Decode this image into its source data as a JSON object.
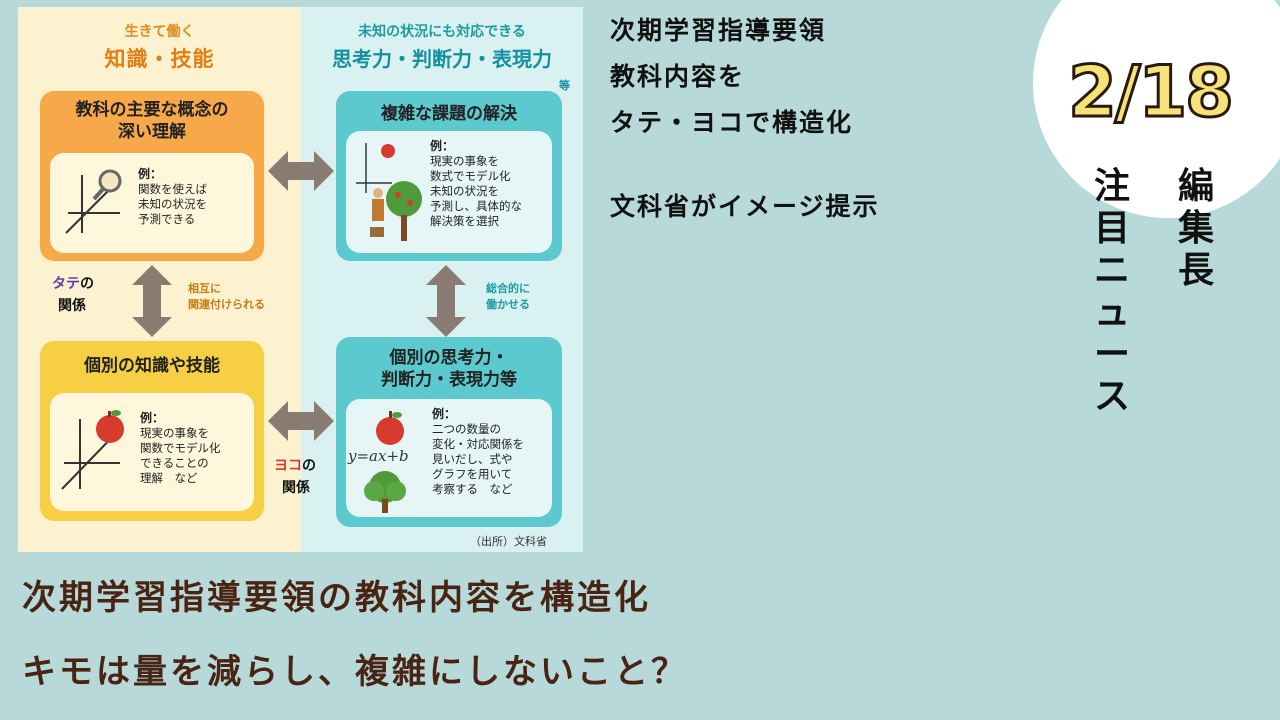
{
  "infographic": {
    "left_header_small": "生きて働く",
    "left_header_big": "知識・技能",
    "right_header_small": "未知の状況にも対応できる",
    "right_header_big": "思考力・判断力・表現力",
    "right_header_suffix": "等",
    "card_deep": {
      "title1": "教科の主要な概念の",
      "title2": "深い理解",
      "example_label": "例：",
      "lines": [
        "関数を使えば",
        "未知の状況を",
        "予測できる"
      ]
    },
    "card_complex": {
      "title": "複雑な課題の解決",
      "example_label": "例：",
      "lines": [
        "現実の事象を",
        "数式でモデル化",
        "未知の状況を",
        "予測し、具体的な",
        "解決策を選択"
      ]
    },
    "card_knowledge": {
      "title": "個別の知識や技能",
      "example_label": "例：",
      "lines": [
        "現実の事象を",
        "関数でモデル化",
        "できることの",
        "理解　など"
      ]
    },
    "card_thinking": {
      "title1": "個別の思考力・",
      "title2": "判断力・表現力等",
      "example_label": "例：",
      "lines": [
        "二つの数量の",
        "変化・対応関係を",
        "見いだし、式や",
        "グラフを用いて",
        "考察する　など"
      ]
    },
    "tate_label_1": "タテ",
    "tate_label_2": "の",
    "tate_label_3": "関係",
    "tate_note_1": "相互に",
    "tate_note_2": "関連付けられる",
    "yoko_label_1": "ヨコ",
    "yoko_label_2": "の",
    "yoko_label_3": "関係",
    "integrate_note_1": "総合的に",
    "integrate_note_2": "働かせる",
    "formula": "y=ax+b",
    "source": "（出所）文科省",
    "colors": {
      "orange": "#f7a94a",
      "yellow": "#f6cf45",
      "teal": "#5cc9cf",
      "arrow": "#8a7b72",
      "purple": "#5b3ea8",
      "red": "#d63b2e"
    }
  },
  "headline": {
    "line1": "次期学習指導要領",
    "line2": "教科内容を",
    "line3": "タテ・ヨコで構造化",
    "line4": "文科省がイメージ提示"
  },
  "badge": {
    "date": "2/18"
  },
  "vertical_left": [
    "注",
    "目",
    "ニ",
    "ュ",
    "ー",
    "ス"
  ],
  "vertical_right": [
    "編",
    "集",
    "長"
  ],
  "bottom": {
    "line1": "次期学習指導要領の教科内容を構造化",
    "line2": "キモは量を減らし、複雑にしないこと？"
  }
}
